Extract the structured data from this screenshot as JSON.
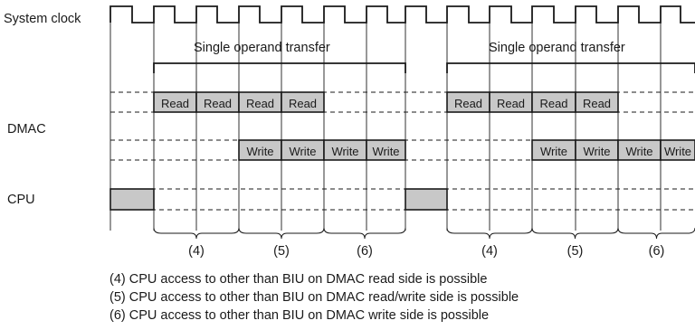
{
  "labels": {
    "system_clock": "System clock",
    "dmac": "DMAC",
    "cpu": "CPU"
  },
  "transfer_label": "Single operand transfer",
  "read_label": "Read",
  "write_label": "Write",
  "phase_labels": [
    "(4)",
    "(5)",
    "(6)"
  ],
  "notes": [
    "(4) CPU access to other than BIU on DMAC read side is possible",
    "(5) CPU access to other than BIU on DMAC read/write side is possible",
    "(6) CPU access to other than BIU on DMAC write side is possible"
  ],
  "colors": {
    "box_fill": "#c8c8c8",
    "line": "#1a1a1a"
  }
}
